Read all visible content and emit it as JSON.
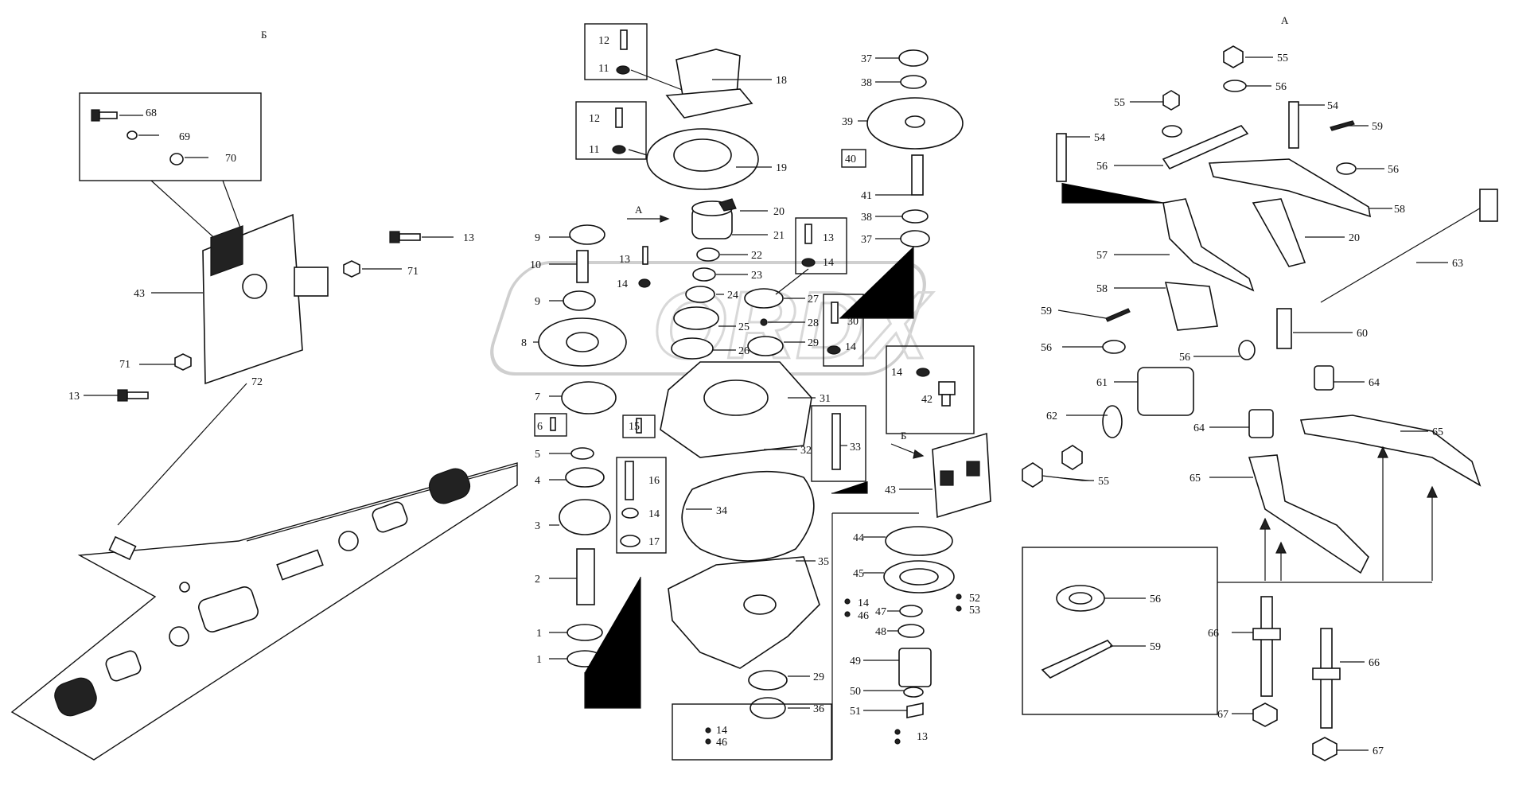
{
  "sections": {
    "left": "Б",
    "right": "А",
    "arrow_a": "А",
    "arrow_b": "Б"
  },
  "watermark": "ORDX",
  "colors": {
    "ink": "#111111",
    "paper": "#ffffff",
    "watermark": "#cfcfcf"
  },
  "labels": [
    {
      "id": "l68",
      "text": "68"
    },
    {
      "id": "l69",
      "text": "69"
    },
    {
      "id": "l70",
      "text": "70"
    },
    {
      "id": "l13a",
      "text": "13"
    },
    {
      "id": "l71a",
      "text": "71"
    },
    {
      "id": "l43a",
      "text": "43"
    },
    {
      "id": "l71b",
      "text": "71"
    },
    {
      "id": "l13b",
      "text": "13"
    },
    {
      "id": "l72",
      "text": "72"
    },
    {
      "id": "l12a",
      "text": "12"
    },
    {
      "id": "l11a",
      "text": "11"
    },
    {
      "id": "l18",
      "text": "18"
    },
    {
      "id": "l12b",
      "text": "12"
    },
    {
      "id": "l11b",
      "text": "11"
    },
    {
      "id": "l19",
      "text": "19"
    },
    {
      "id": "l20a",
      "text": "20"
    },
    {
      "id": "l21",
      "text": "21"
    },
    {
      "id": "l22",
      "text": "22"
    },
    {
      "id": "l23",
      "text": "23"
    },
    {
      "id": "l24",
      "text": "24"
    },
    {
      "id": "l25",
      "text": "25"
    },
    {
      "id": "l26",
      "text": "26"
    },
    {
      "id": "l27",
      "text": "27"
    },
    {
      "id": "l28",
      "text": "28"
    },
    {
      "id": "l29a",
      "text": "29"
    },
    {
      "id": "l30",
      "text": "30"
    },
    {
      "id": "l31",
      "text": "31"
    },
    {
      "id": "l32",
      "text": "32"
    },
    {
      "id": "l33",
      "text": "33"
    },
    {
      "id": "l34",
      "text": "34"
    },
    {
      "id": "l35",
      "text": "35"
    },
    {
      "id": "l36",
      "text": "36"
    },
    {
      "id": "l29b",
      "text": "29"
    },
    {
      "id": "l9a",
      "text": "9"
    },
    {
      "id": "l10",
      "text": "10"
    },
    {
      "id": "l9b",
      "text": "9"
    },
    {
      "id": "l13c",
      "text": "13"
    },
    {
      "id": "l14a",
      "text": "14"
    },
    {
      "id": "l8",
      "text": "8"
    },
    {
      "id": "l7",
      "text": "7"
    },
    {
      "id": "l6",
      "text": "6"
    },
    {
      "id": "l15",
      "text": "15"
    },
    {
      "id": "l5",
      "text": "5"
    },
    {
      "id": "l4",
      "text": "4"
    },
    {
      "id": "l3",
      "text": "3"
    },
    {
      "id": "l2",
      "text": "2"
    },
    {
      "id": "l1a",
      "text": "1"
    },
    {
      "id": "l1b",
      "text": "1"
    },
    {
      "id": "l16",
      "text": "16"
    },
    {
      "id": "l14b",
      "text": "14"
    },
    {
      "id": "l17",
      "text": "17"
    },
    {
      "id": "l13d",
      "text": "13"
    },
    {
      "id": "l14c",
      "text": "14"
    },
    {
      "id": "l14d",
      "text": "14"
    },
    {
      "id": "l37a",
      "text": "37"
    },
    {
      "id": "l38a",
      "text": "38"
    },
    {
      "id": "l39",
      "text": "39"
    },
    {
      "id": "l40",
      "text": "40"
    },
    {
      "id": "l41",
      "text": "41"
    },
    {
      "id": "l38b",
      "text": "38"
    },
    {
      "id": "l37b",
      "text": "37"
    },
    {
      "id": "l14e",
      "text": "14"
    },
    {
      "id": "l42",
      "text": "42"
    },
    {
      "id": "l43b",
      "text": "43"
    },
    {
      "id": "l44",
      "text": "44"
    },
    {
      "id": "l45",
      "text": "45"
    },
    {
      "id": "l14f",
      "text": "14"
    },
    {
      "id": "l46a",
      "text": "46"
    },
    {
      "id": "l47",
      "text": "47"
    },
    {
      "id": "l48",
      "text": "48"
    },
    {
      "id": "l49",
      "text": "49"
    },
    {
      "id": "l50",
      "text": "50"
    },
    {
      "id": "l51",
      "text": "51"
    },
    {
      "id": "l13e",
      "text": "13"
    },
    {
      "id": "l52",
      "text": "52"
    },
    {
      "id": "l53",
      "text": "53"
    },
    {
      "id": "l14g",
      "text": "14"
    },
    {
      "id": "l46b",
      "text": "46"
    },
    {
      "id": "l55a",
      "text": "55"
    },
    {
      "id": "l56a",
      "text": "56"
    },
    {
      "id": "l55b",
      "text": "55"
    },
    {
      "id": "l54a",
      "text": "54"
    },
    {
      "id": "l54b",
      "text": "54"
    },
    {
      "id": "l59a",
      "text": "59"
    },
    {
      "id": "l56b",
      "text": "56"
    },
    {
      "id": "l56c",
      "text": "56"
    },
    {
      "id": "l58a",
      "text": "58"
    },
    {
      "id": "l20b",
      "text": "20"
    },
    {
      "id": "l57",
      "text": "57"
    },
    {
      "id": "l63",
      "text": "63"
    },
    {
      "id": "l58b",
      "text": "58"
    },
    {
      "id": "l59b",
      "text": "59"
    },
    {
      "id": "l60",
      "text": "60"
    },
    {
      "id": "l56d",
      "text": "56"
    },
    {
      "id": "l56e",
      "text": "56"
    },
    {
      "id": "l61",
      "text": "61"
    },
    {
      "id": "l64a",
      "text": "64"
    },
    {
      "id": "l62",
      "text": "62"
    },
    {
      "id": "l64b",
      "text": "64"
    },
    {
      "id": "l65a",
      "text": "65"
    },
    {
      "id": "l55c",
      "text": "55"
    },
    {
      "id": "l65b",
      "text": "65"
    },
    {
      "id": "l56f",
      "text": "56"
    },
    {
      "id": "l59c",
      "text": "59"
    },
    {
      "id": "l66a",
      "text": "66"
    },
    {
      "id": "l66b",
      "text": "66"
    },
    {
      "id": "l67a",
      "text": "67"
    },
    {
      "id": "l67b",
      "text": "67"
    }
  ]
}
